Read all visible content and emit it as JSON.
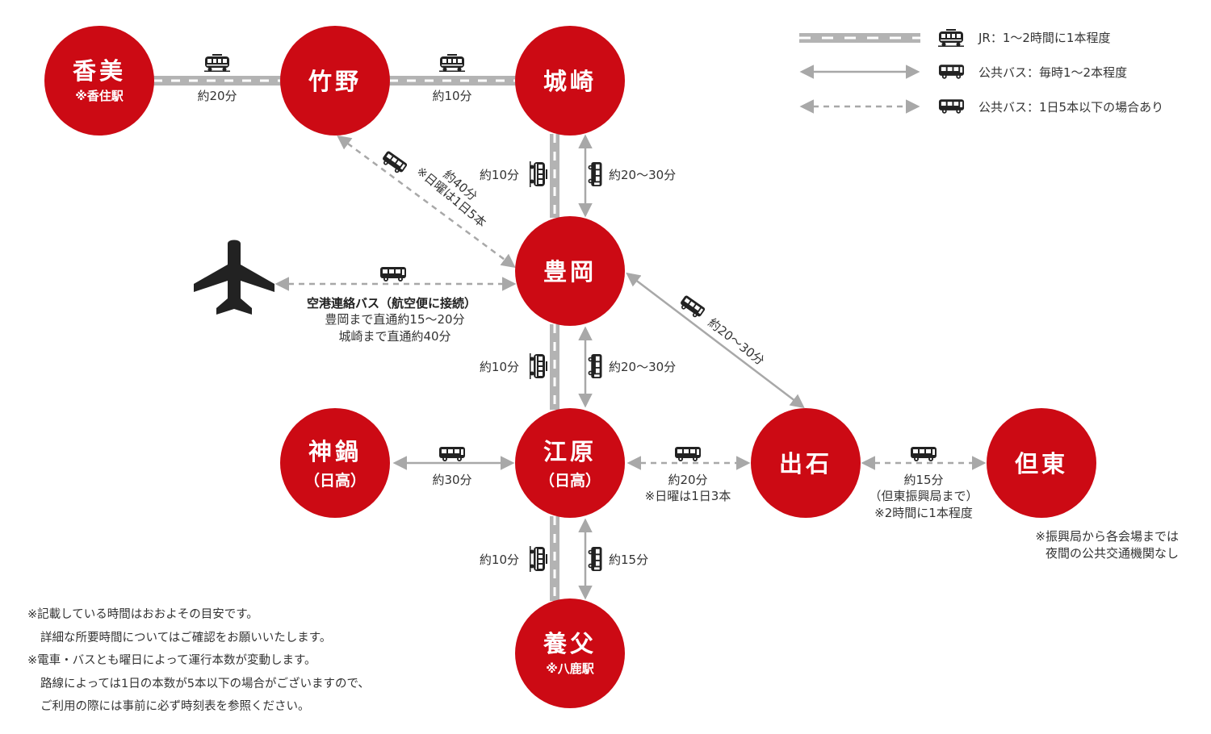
{
  "colors": {
    "node": "#cc0a14",
    "rail": "#b3b3b3",
    "arrow": "#a8a8a8",
    "icon": "#222222"
  },
  "nodes": {
    "kasumi": {
      "name": "香美",
      "sub": "※香住駅"
    },
    "takeno": {
      "name": "竹野"
    },
    "kinosaki": {
      "name": "城崎"
    },
    "toyooka": {
      "name": "豊岡"
    },
    "kannabe": {
      "name": "神鍋",
      "sub": "（日高）"
    },
    "ebara": {
      "name": "江原",
      "sub": "（日高）"
    },
    "izushi": {
      "name": "出石"
    },
    "tanto": {
      "name": "但東"
    },
    "yabu": {
      "name": "養父",
      "sub": "※八鹿駅"
    }
  },
  "routes": {
    "kasumi_takeno": "約20分",
    "takeno_kinosaki": "約10分",
    "kinosaki_toyooka_rail": "約10分",
    "kinosaki_toyooka_bus": "約20〜30分",
    "takeno_toyooka": {
      "line1": "約40分",
      "line2": "※日曜は1日5本"
    },
    "airport": {
      "title": "空港連絡バス（航空便に接続）",
      "line1": "豊岡まで直通約15〜20分",
      "line2": "城崎まで直通約40分"
    },
    "toyooka_ebara_rail": "約10分",
    "toyooka_ebara_bus": "約20〜30分",
    "toyooka_izushi": "約20〜30分",
    "kannabe_ebara": "約30分",
    "ebara_izushi": {
      "line1": "約20分",
      "line2": "※日曜は1日3本"
    },
    "izushi_tanto": {
      "line1": "約15分",
      "line2": "（但東振興局まで）",
      "line3": "※2時間に1本程度"
    },
    "ebara_yabu_rail": "約10分",
    "ebara_yabu_bus": "約15分"
  },
  "tanto_note": {
    "line1": "※振興局から各会場までは",
    "line2": "夜間の公共交通機関なし"
  },
  "legend": {
    "jr": "JR：1〜2時間に1本程度",
    "bus_hourly": "公共バス：毎時1〜2本程度",
    "bus_rare": "公共バス：1日5本以下の場合あり"
  },
  "icons": {
    "train": "train-icon",
    "bus": "bus-icon",
    "airplane": "airplane-icon"
  },
  "notes": {
    "line1": "※記載している時間はおおよその目安です。",
    "line2": "詳細な所要時間についてはご確認をお願いいたします。",
    "line3": "※電車・バスとも曜日によって運行本数が変動します。",
    "line4": "路線によっては1日の本数が5本以下の場合がございますので、",
    "line5": "ご利用の際には事前に必ず時刻表を参照ください。"
  }
}
